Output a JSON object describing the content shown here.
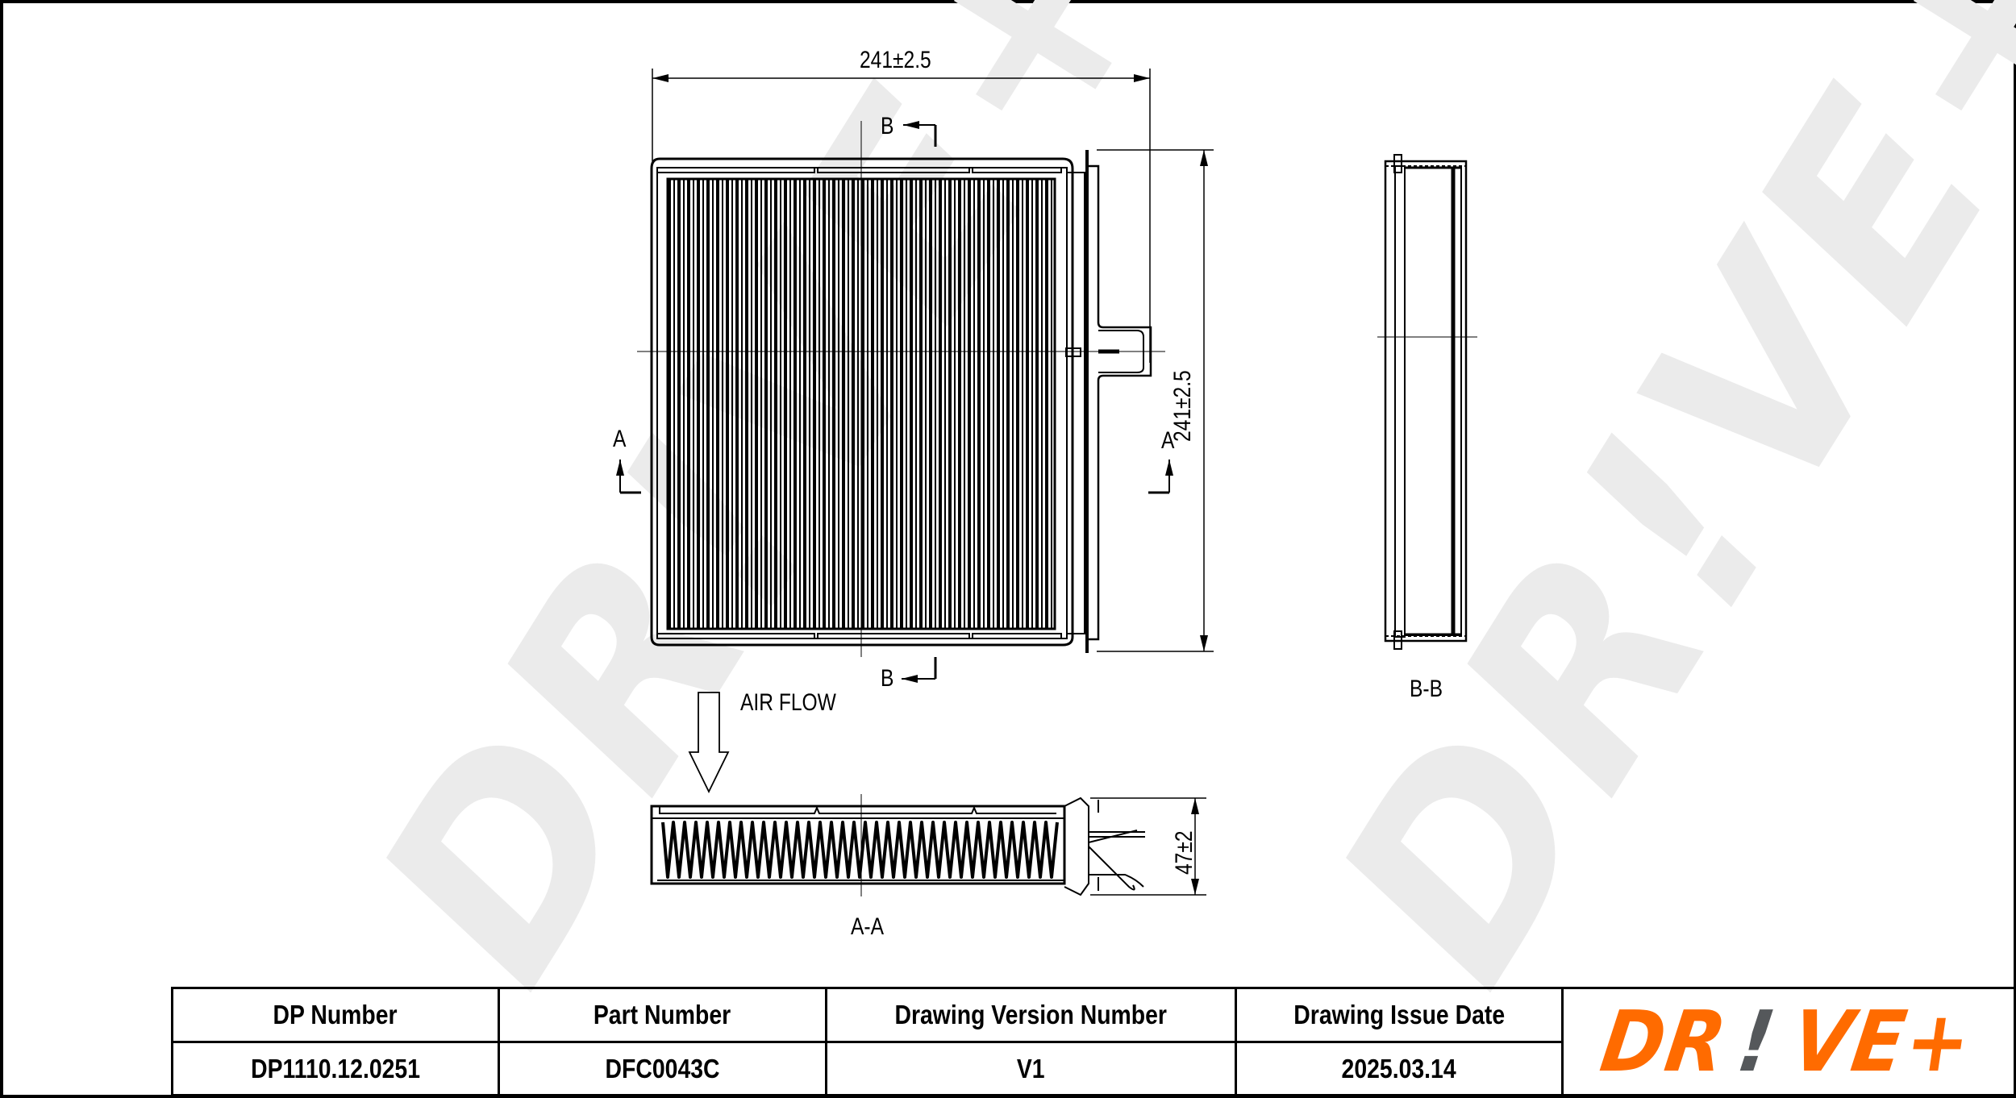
{
  "drawing": {
    "width_dimension": "241±2.5",
    "height_dimension": "241±2.5",
    "depth_dimension": "47±2",
    "section_marker_a": "A",
    "section_marker_b": "B",
    "section_aa_label": "A-A",
    "section_bb_label": "B-B",
    "air_flow_label": "AIR FLOW"
  },
  "watermark": {
    "text": "DR!VE+",
    "color": "#ebebeb"
  },
  "title_block": {
    "headers": [
      "DP Number",
      "Part Number",
      "Drawing Version Number",
      "Drawing Issue Date"
    ],
    "values": [
      "DP1110.12.0251",
      "DFC0043C",
      "V1",
      "2025.03.14"
    ]
  },
  "logo": {
    "part1": "DR",
    "part2": "!",
    "part3": "VE+",
    "primary_color": "#ff6b00",
    "accent_color": "#55585b"
  }
}
